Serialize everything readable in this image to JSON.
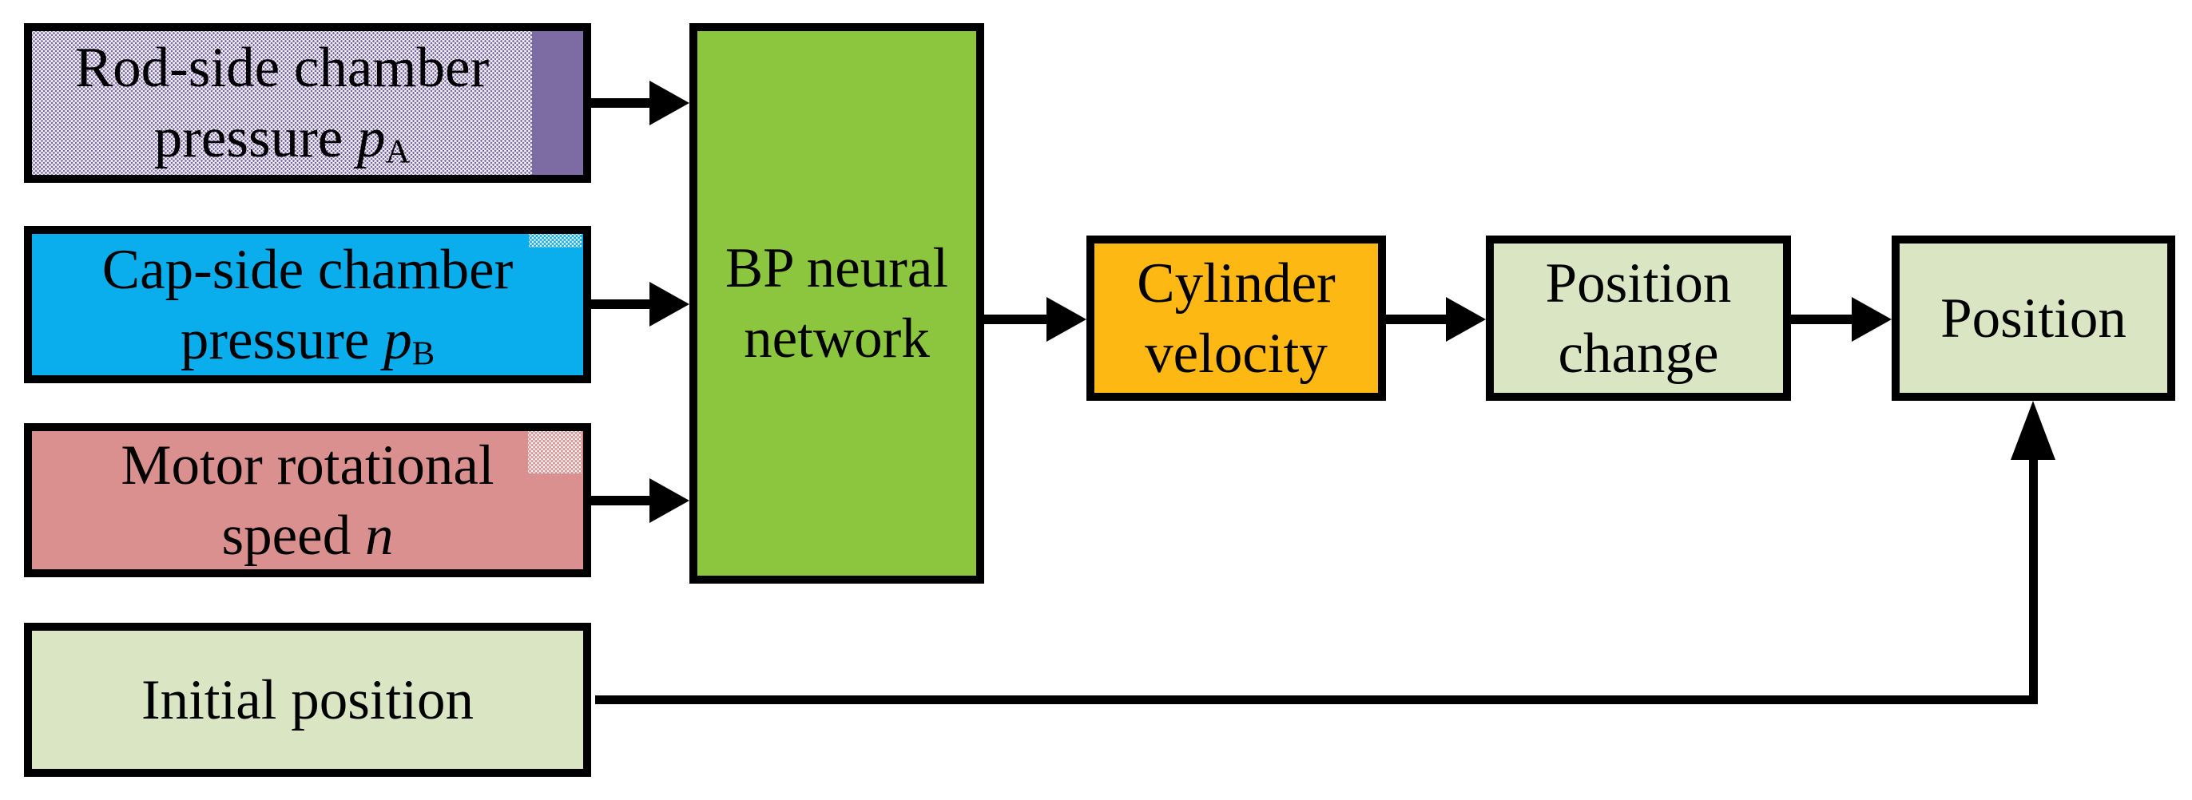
{
  "figure": {
    "type": "flowchart",
    "nodes": {
      "rod": {
        "line1": "Rod-side chamber",
        "line2": "pressure",
        "symbol": "p",
        "subscript": "A",
        "fill": "#ffffff",
        "dot_color": "#7d6ba3",
        "stripe_color": "#7d6ba3"
      },
      "cap": {
        "line1": "Cap-side chamber",
        "line2": "pressure",
        "symbol": "p",
        "subscript": "B",
        "fill": "#0aaeec"
      },
      "motor": {
        "line1": "Motor rotational",
        "line2": "speed",
        "symbol": "n",
        "subscript": "",
        "fill": "#d9908f"
      },
      "initial": {
        "label": "Initial position",
        "fill": "#d9e5c3"
      },
      "bp": {
        "line1": "BP neural",
        "line2": "network",
        "fill": "#8cc63e"
      },
      "cylinder": {
        "line1": "Cylinder",
        "line2": "velocity",
        "fill": "#fdb813"
      },
      "position_change": {
        "line1": "Position",
        "line2": "change",
        "fill": "#d9e5c3"
      },
      "position": {
        "label": "Position",
        "fill": "#d9e5c3"
      }
    },
    "edges": [
      {
        "from": "rod",
        "to": "bp"
      },
      {
        "from": "cap",
        "to": "bp"
      },
      {
        "from": "motor",
        "to": "bp"
      },
      {
        "from": "bp",
        "to": "cylinder"
      },
      {
        "from": "cylinder",
        "to": "position_change"
      },
      {
        "from": "position_change",
        "to": "position"
      },
      {
        "from": "initial",
        "to": "position"
      }
    ],
    "line_color": "#000000",
    "text_color": "#000000"
  }
}
